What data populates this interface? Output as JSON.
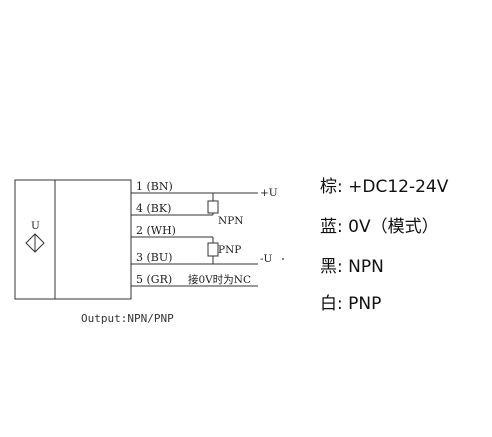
{
  "diagram": {
    "sensor_letter": "U",
    "caption": "Output:NPN/PNP",
    "wires": [
      {
        "label": "1 (BN)"
      },
      {
        "label": "4 (BK)"
      },
      {
        "label": "2 (WH)"
      },
      {
        "label": "3 (BU)"
      },
      {
        "label": "5 (GR)",
        "note": "接0V时为NC"
      }
    ],
    "terminals": {
      "positive": "+U",
      "negative": "-U"
    },
    "loads": {
      "npn": "NPN",
      "pnp": "PNP"
    }
  },
  "legend": [
    {
      "text": "棕: +DC12-24V"
    },
    {
      "text": "蓝: 0V（模式）"
    },
    {
      "text": "黑: NPN"
    },
    {
      "text": "白: PNP"
    }
  ]
}
